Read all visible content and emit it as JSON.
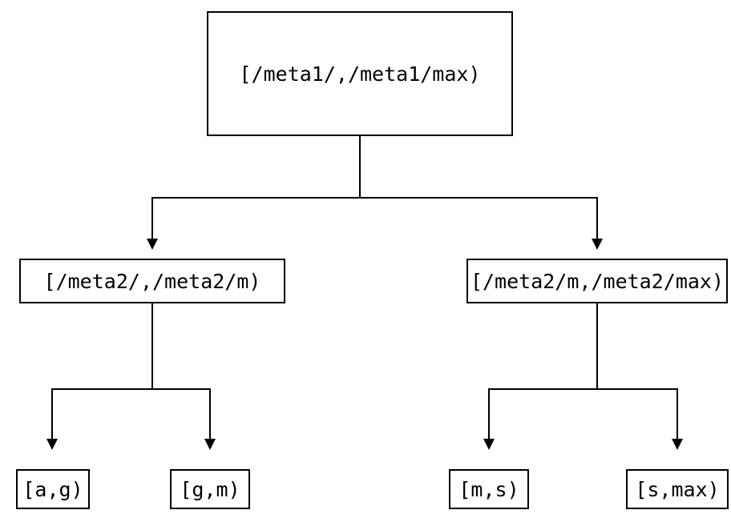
{
  "colors": {
    "background": "#ffffff",
    "line": "#000000",
    "text": "#000000",
    "box_border": "#000000"
  },
  "tree": {
    "root": {
      "label": "[/meta1/,/meta1/max)"
    },
    "children": [
      {
        "label": "[/meta2/,/meta2/m)",
        "children": [
          {
            "label": "[a,g)"
          },
          {
            "label": "[g,m)"
          }
        ]
      },
      {
        "label": "[/meta2/m,/meta2/max)",
        "children": [
          {
            "label": "[m,s)"
          },
          {
            "label": "[s,max)"
          }
        ]
      }
    ]
  }
}
